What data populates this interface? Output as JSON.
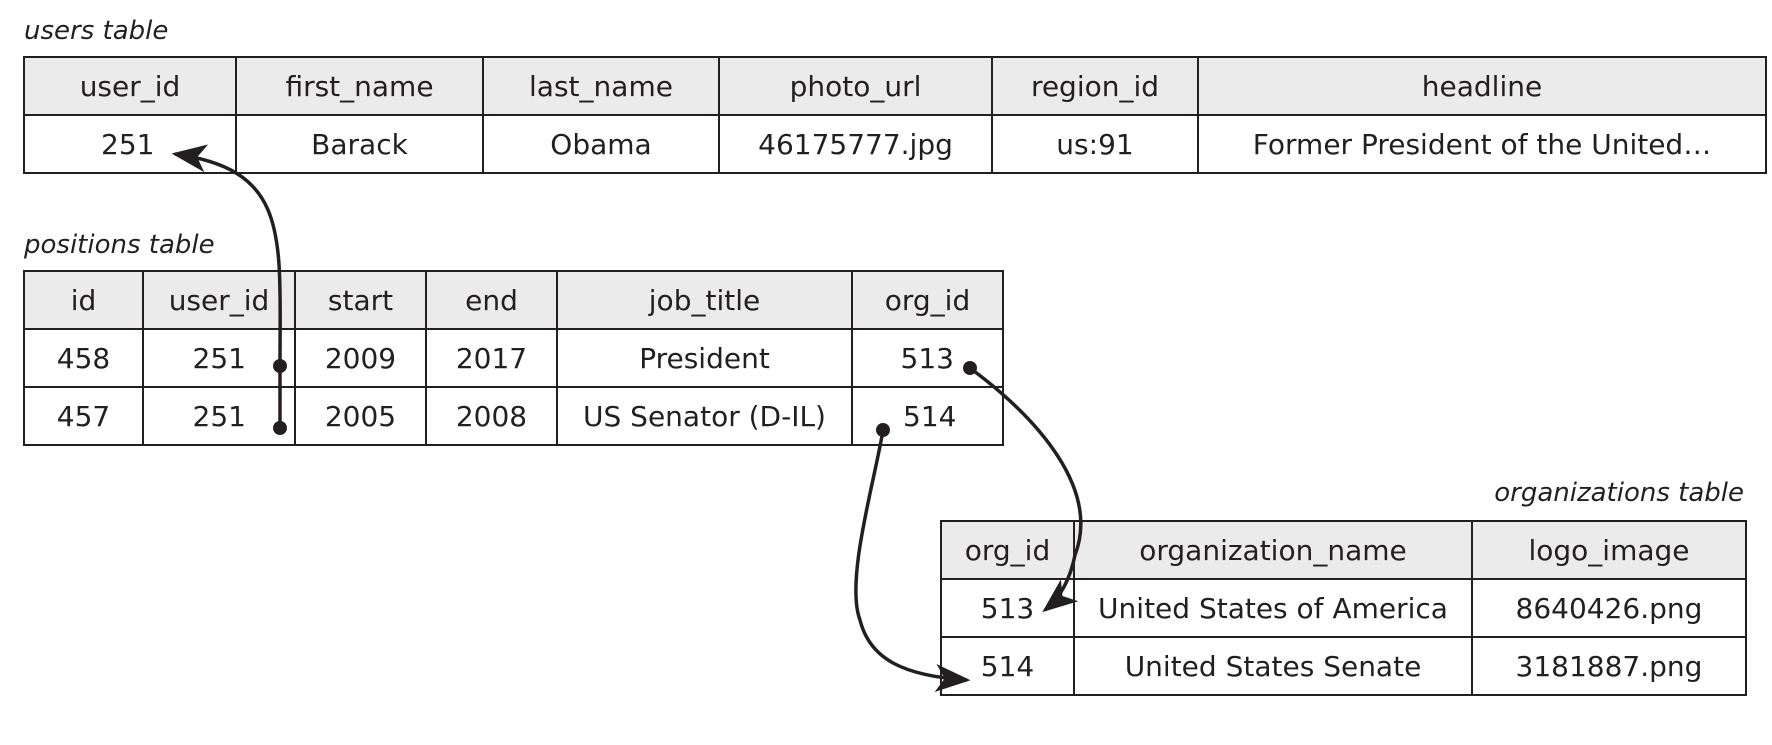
{
  "users": {
    "caption": "users table",
    "columns": [
      "user_id",
      "first_name",
      "last_name",
      "photo_url",
      "region_id",
      "headline"
    ],
    "rows": [
      [
        "251",
        "Barack",
        "Obama",
        "46175777.jpg",
        "us:91",
        "Former President of the United…"
      ]
    ]
  },
  "positions": {
    "caption": "positions table",
    "columns": [
      "id",
      "user_id",
      "start",
      "end",
      "job_title",
      "org_id"
    ],
    "rows": [
      [
        "458",
        "251",
        "2009",
        "2017",
        "President",
        "513"
      ],
      [
        "457",
        "251",
        "2005",
        "2008",
        "US Senator (D-IL)",
        "514"
      ]
    ]
  },
  "organizations": {
    "caption": "organizations table",
    "columns": [
      "org_id",
      "organization_name",
      "logo_image"
    ],
    "rows": [
      [
        "513",
        "United States of America",
        "8640426.png"
      ],
      [
        "514",
        "United States Senate",
        "3181887.png"
      ]
    ]
  },
  "references": [
    {
      "from": "positions.user_id (row 458)",
      "to": "users.user_id (251)"
    },
    {
      "from": "positions.user_id (row 457)",
      "to": "users.user_id (251)"
    },
    {
      "from": "positions.org_id (513)",
      "to": "organizations.org_id (513)"
    },
    {
      "from": "positions.org_id (514)",
      "to": "organizations.org_id (514)"
    }
  ],
  "colors": {
    "ink": "#231f20",
    "header_fill": "#ebebeb"
  }
}
